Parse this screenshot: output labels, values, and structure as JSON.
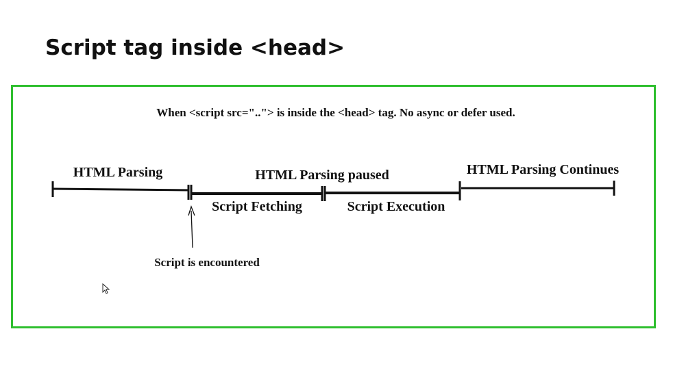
{
  "title": "Script tag inside <head>",
  "diagram": {
    "caption": "When <script src=\"..\"> is inside the <head> tag. No async or defer used.",
    "labels": {
      "html_parsing": "HTML Parsing",
      "html_parsing_paused": "HTML Parsing paused",
      "html_parsing_continues": "HTML Parsing Continues",
      "script_fetching": "Script Fetching",
      "script_execution": "Script Execution",
      "script_encountered": "Script is encountered"
    },
    "colors": {
      "frame_border": "#2fbf2f",
      "line": "#111111",
      "text": "#111111"
    }
  }
}
